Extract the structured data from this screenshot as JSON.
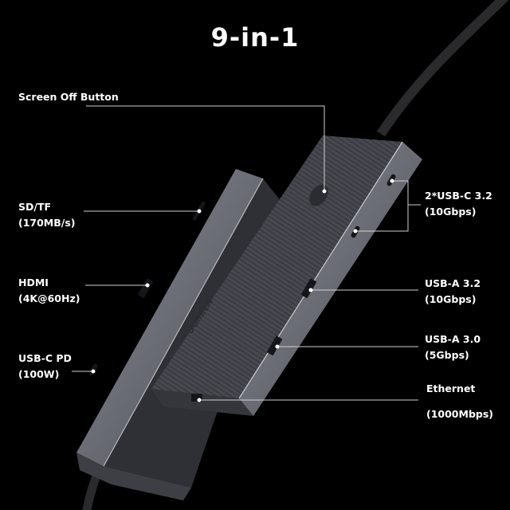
{
  "title": "9-in-1",
  "brand_logo": {
    "text": "UGREEN",
    "sub": "Revodok"
  },
  "colors": {
    "background": "#000000",
    "text": "#ffffff",
    "hub_body": "#5c5f68",
    "leader_line": "#d0d0d0"
  },
  "callouts": [
    {
      "name": "Screen Off Button",
      "spec": ""
    },
    {
      "name": "SD/TF",
      "spec": "(170MB/s)"
    },
    {
      "name": "HDMI",
      "spec": "(4K@60Hz)"
    },
    {
      "name": "USB-C PD",
      "spec": "(100W)"
    },
    {
      "name": "2*USB-C 3.2",
      "spec": "(10Gbps)"
    },
    {
      "name": "USB-A 3.2",
      "spec": "(10Gbps)"
    },
    {
      "name": "USB-A 3.0",
      "spec": "(5Gbps)"
    },
    {
      "name": "Ethernet",
      "spec": "(1000Mbps)"
    }
  ]
}
